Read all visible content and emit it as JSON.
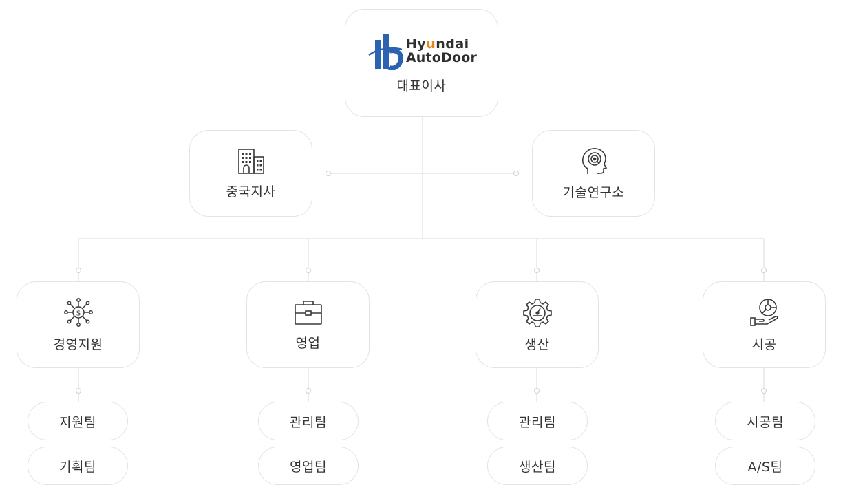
{
  "ceo": {
    "logo_line1_a": "Hy",
    "logo_line1_b": "u",
    "logo_line1_c": "ndai",
    "logo_line2": "AutoDoor",
    "label": "대표이사"
  },
  "side_units": [
    {
      "label": "중국지사",
      "icon": "building-icon"
    },
    {
      "label": "기술연구소",
      "icon": "head-idea-icon"
    }
  ],
  "departments": [
    {
      "label": "경영지원",
      "icon": "money-network-icon",
      "teams": [
        "지원팀",
        "기획팀"
      ]
    },
    {
      "label": "영업",
      "icon": "briefcase-icon",
      "teams": [
        "관리팀",
        "영업팀"
      ]
    },
    {
      "label": "생산",
      "icon": "gear-gauge-icon",
      "teams": [
        "관리팀",
        "생산팀"
      ]
    },
    {
      "label": "시공",
      "icon": "hand-chart-icon",
      "teams": [
        "시공팀",
        "A/S팀"
      ]
    }
  ],
  "colors": {
    "line": "#d9d9d9",
    "border": "#e3e3e3",
    "logo_blue": "#2b63b0",
    "logo_orange": "#e8861e",
    "text": "#333333",
    "icon": "#3a3a3a"
  }
}
